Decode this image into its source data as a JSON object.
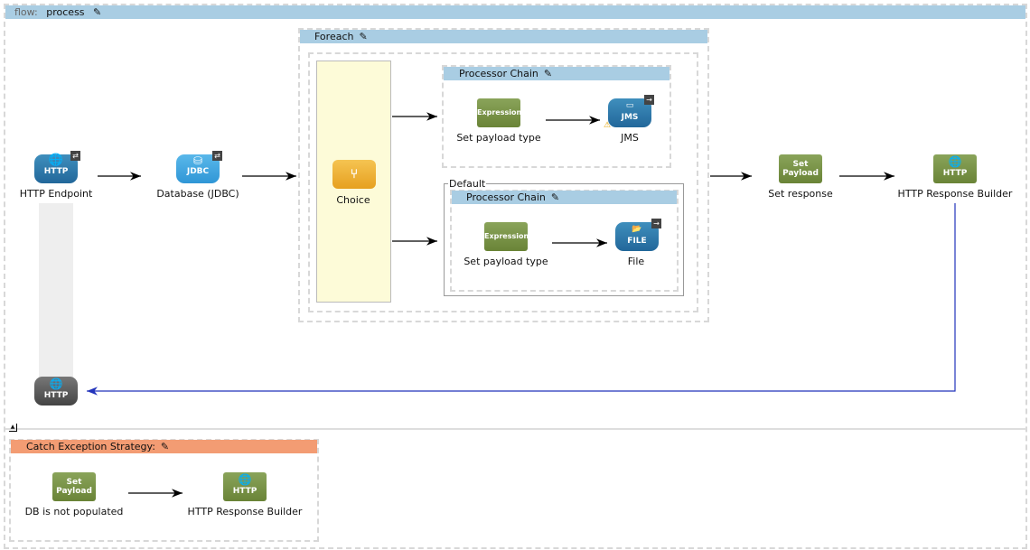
{
  "flow": {
    "prefix": "flow:",
    "name": "process"
  },
  "nodes": {
    "http_endpoint": {
      "label": "HTTP Endpoint",
      "icon_text": "HTTP"
    },
    "database": {
      "label": "Database (JDBC)",
      "icon_text": "JDBC"
    },
    "foreach": {
      "title": "Foreach"
    },
    "choice": {
      "label": "Choice"
    },
    "chain1": {
      "title": "Processor Chain",
      "expr_icon": "Expression",
      "expr_label": "Set payload type",
      "jms_icon": "JMS",
      "jms_label": "JMS"
    },
    "default": {
      "label": "Default"
    },
    "chain2": {
      "title": "Processor Chain",
      "expr_icon": "Expression",
      "expr_label": "Set payload type",
      "file_icon": "FILE",
      "file_label": "File"
    },
    "set_response": {
      "icon_text1": "Set",
      "icon_text2": "Payload",
      "label": "Set response"
    },
    "http_response": {
      "icon_text": "HTTP",
      "label": "HTTP Response Builder"
    },
    "http_reply": {
      "icon_text": "HTTP"
    }
  },
  "exception": {
    "title": "Catch Exception Strategy:",
    "set_payload": {
      "icon_text1": "Set",
      "icon_text2": "Payload",
      "label": "DB is not populated"
    },
    "http_response": {
      "icon_text": "HTTP",
      "label": "HTTP Response Builder"
    }
  },
  "colors": {
    "header": "#a9cde3",
    "exception_header": "#f39c73",
    "choice_fill": "#fdfbd8",
    "return_arrow": "#2233bb"
  }
}
